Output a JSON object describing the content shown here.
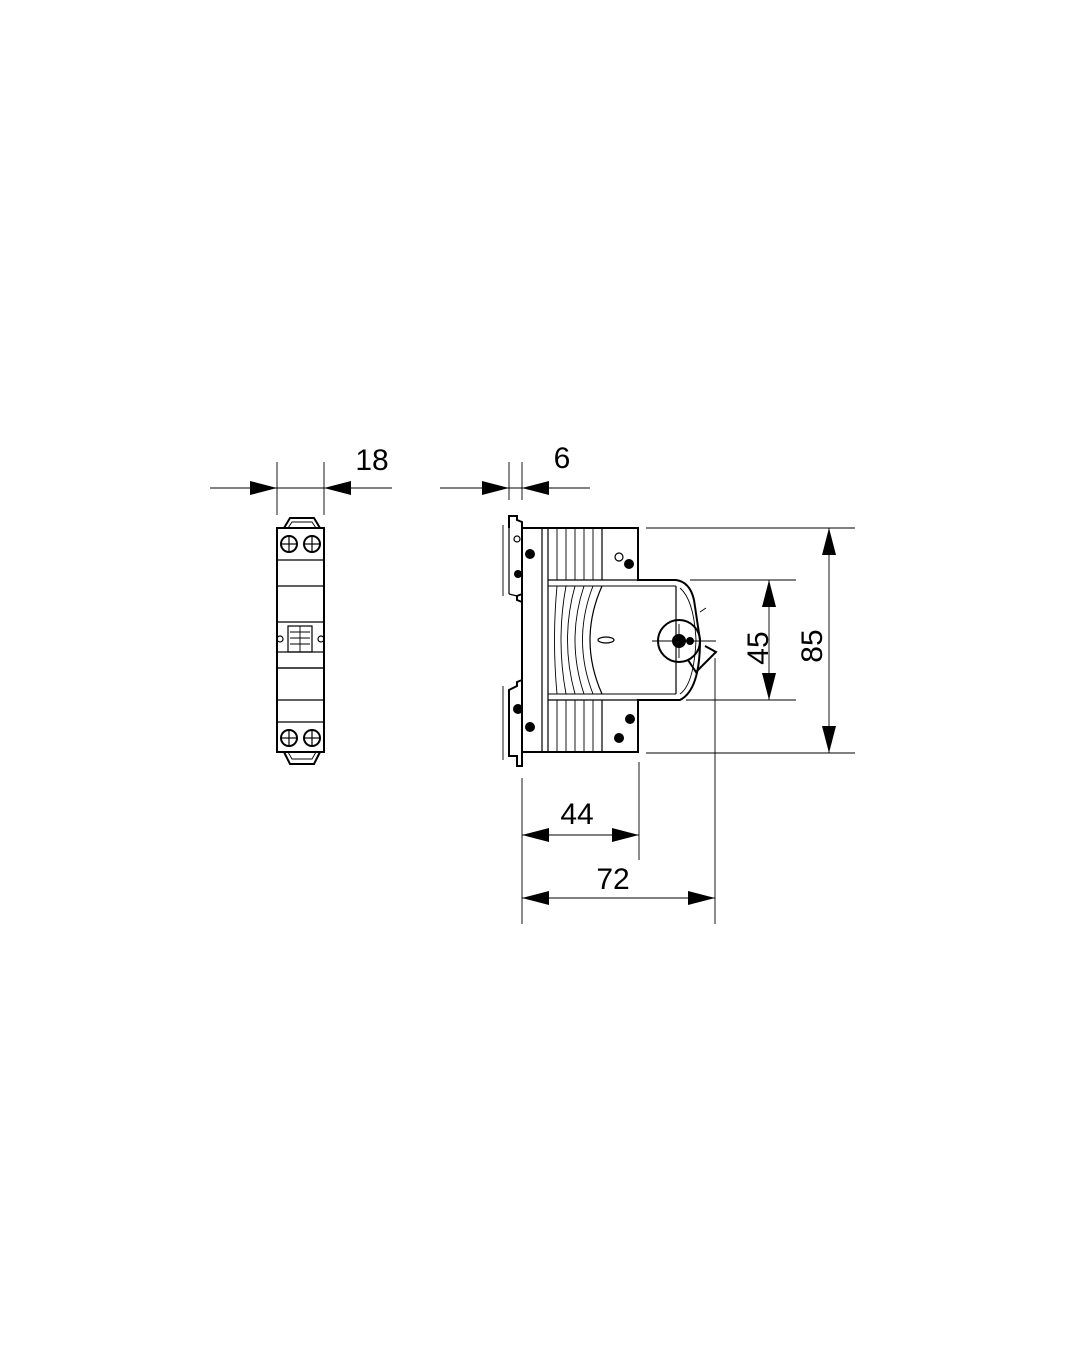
{
  "dimensions": {
    "front_width": "18",
    "side_rail_offset": "6",
    "side_front_height": "45",
    "side_total_height": "85",
    "side_front_depth": "44",
    "side_total_depth": "72"
  }
}
